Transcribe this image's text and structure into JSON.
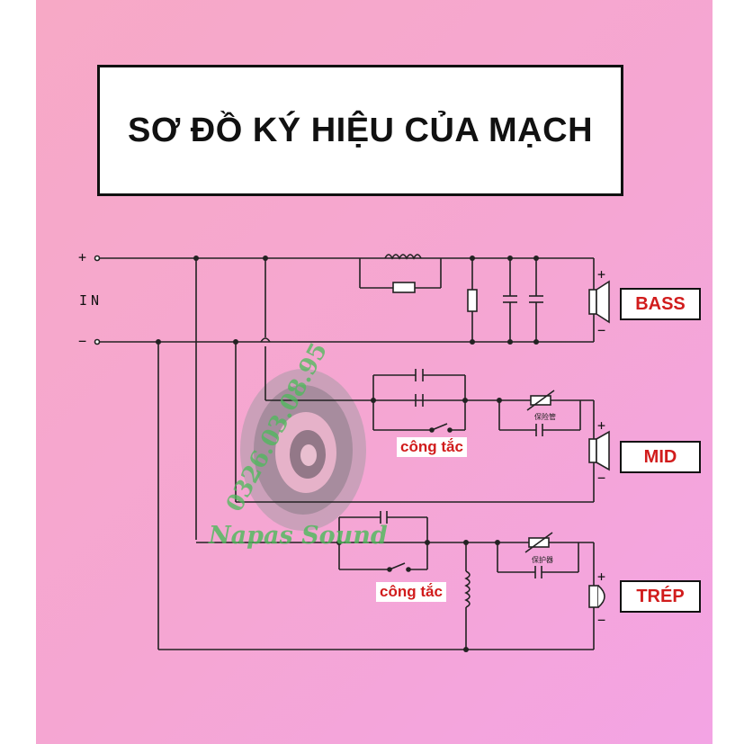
{
  "title": "SƠ ĐỒ KÝ HIỆU CỦA MẠCH",
  "input": {
    "label": "IN",
    "plus": "+",
    "minus": "−"
  },
  "outputs": {
    "bass": {
      "label": "BASS",
      "plus": "+",
      "minus": "−"
    },
    "mid": {
      "label": "MID",
      "plus": "+",
      "minus": "−"
    },
    "treble": {
      "label": "TRÉP",
      "plus": "+",
      "minus": "−"
    }
  },
  "switches": {
    "mid_switch": "công tắc",
    "treble_switch": "công tắc"
  },
  "component_labels": {
    "mid_protector": "保险管",
    "treble_protector": "保护器"
  },
  "watermark": {
    "phone": "0326.03.08.95",
    "brand": "Napas Sound"
  },
  "colors": {
    "label_text": "#d11c1c",
    "watermark": "#4cbb5a",
    "wire": "#222222"
  }
}
